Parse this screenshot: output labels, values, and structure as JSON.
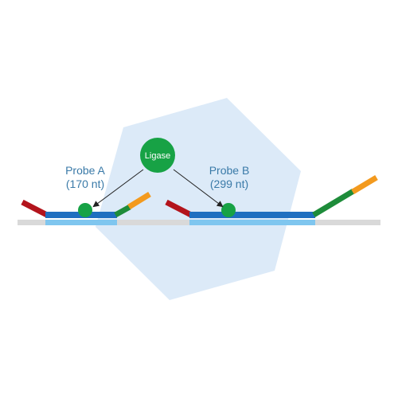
{
  "enzyme": {
    "label": "Ligase"
  },
  "probe_a": {
    "name": "Probe A",
    "length": "(170 nt)"
  },
  "probe_b": {
    "name": "Probe B",
    "length": "(299 nt)"
  },
  "colors": {
    "background_hexagon": "#dceaf8",
    "template_strand": "#d9d9d9",
    "target_region": "#7fc6ef",
    "probe_body": "#1f6fc0",
    "probe_arm_red": "#b3141c",
    "probe_arm_green": "#1e8c3a",
    "probe_tail_orange": "#f39a1e",
    "ligase": "#17a245",
    "label_text": "#3a7aa8"
  }
}
